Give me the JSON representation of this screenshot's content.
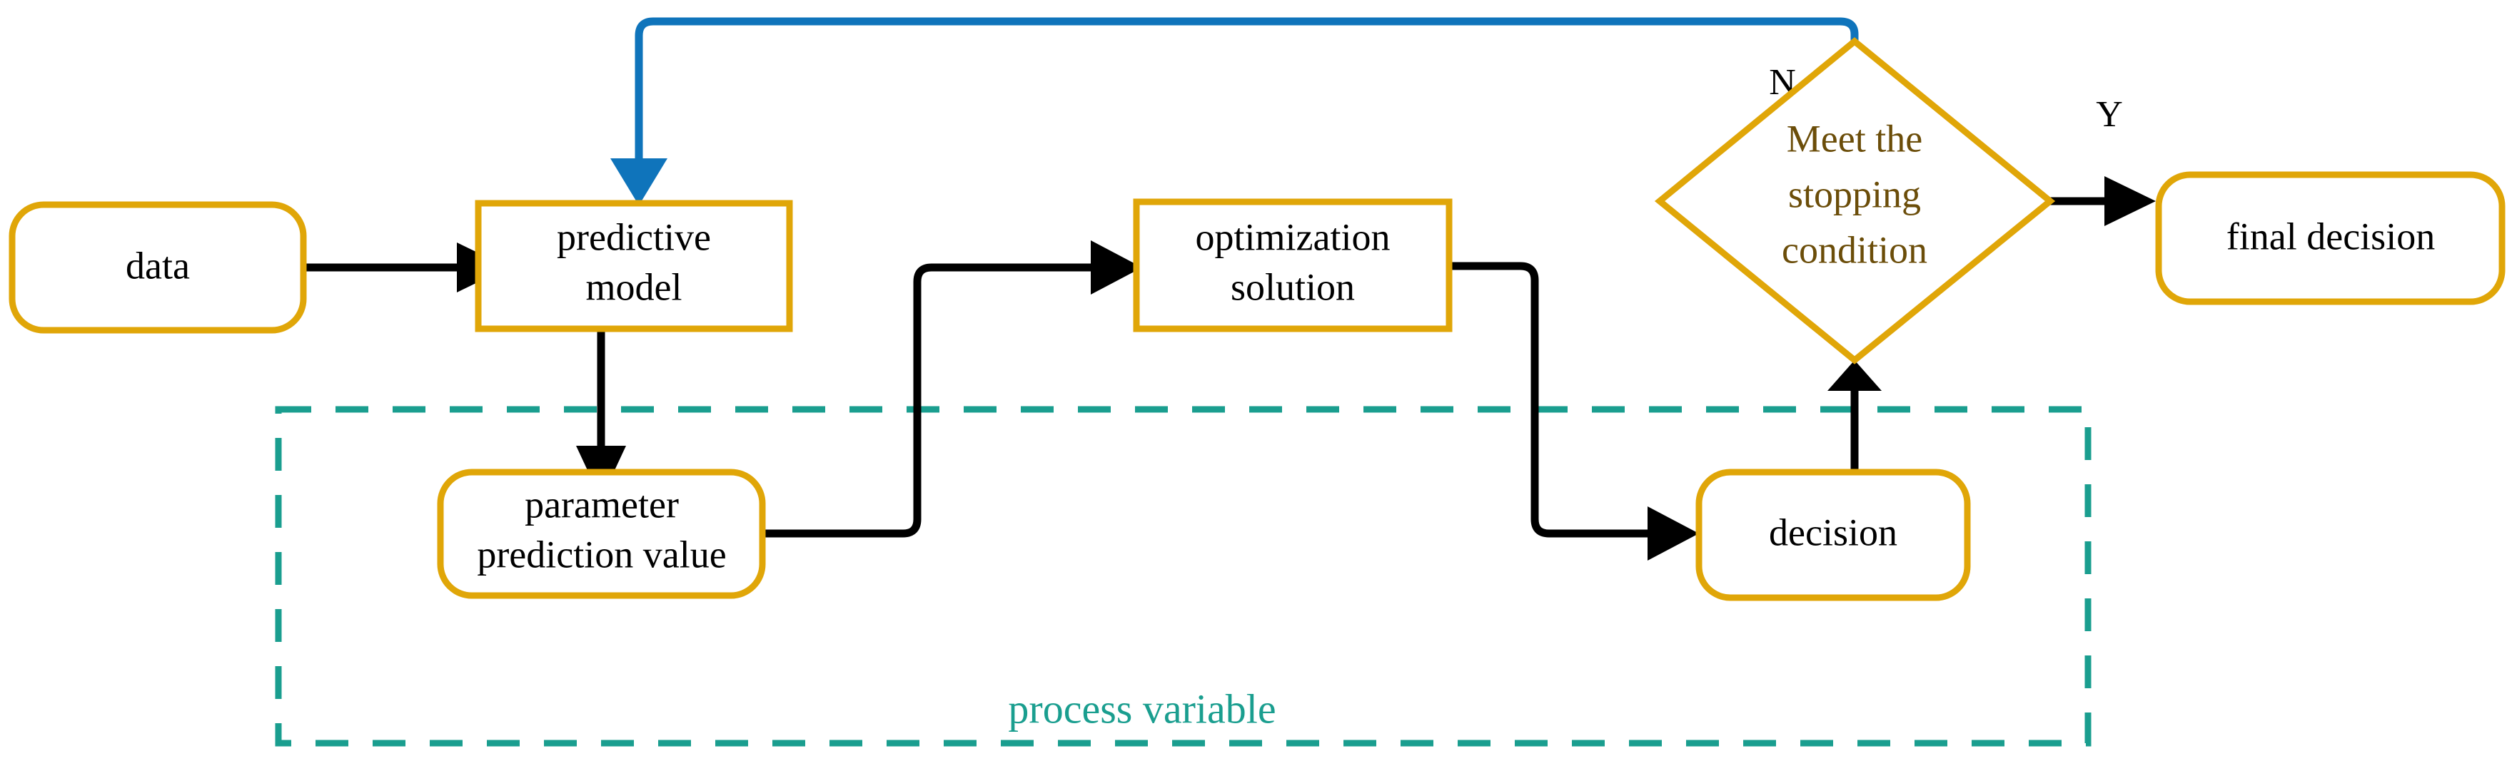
{
  "diagram": {
    "title": "Predictive model optimization feedback flowchart",
    "colors": {
      "node_border": "#e0a608",
      "node_fill": "#ffffff",
      "node_text": "#000000",
      "diamond_text": "#6b4d09",
      "connector": "#000000",
      "feedback_connector": "#0f74bb",
      "group_border": "#1a9e8f",
      "group_label": "#1a9e8f",
      "background": "#ffffff"
    },
    "nodes": [
      {
        "id": "data",
        "label": "data",
        "shape": "rounded-rectangle"
      },
      {
        "id": "predictive",
        "label_line1": "predictive",
        "label_line2": "model",
        "shape": "rectangle"
      },
      {
        "id": "parameter",
        "label_line1": "parameter",
        "label_line2": "prediction value",
        "shape": "rounded-rectangle"
      },
      {
        "id": "optimization",
        "label_line1": "optimization",
        "label_line2": "solution",
        "shape": "rectangle"
      },
      {
        "id": "decision",
        "label": "decision",
        "shape": "rounded-rectangle"
      },
      {
        "id": "stopping",
        "label_line1": "Meet the",
        "label_line2": "stopping",
        "label_line3": "condition",
        "shape": "diamond"
      },
      {
        "id": "final",
        "label": "final decision",
        "shape": "rounded-rectangle"
      }
    ],
    "edge_labels": {
      "no": "N",
      "yes": "Y"
    },
    "group": {
      "label": "process variable",
      "style": "dashed"
    }
  }
}
